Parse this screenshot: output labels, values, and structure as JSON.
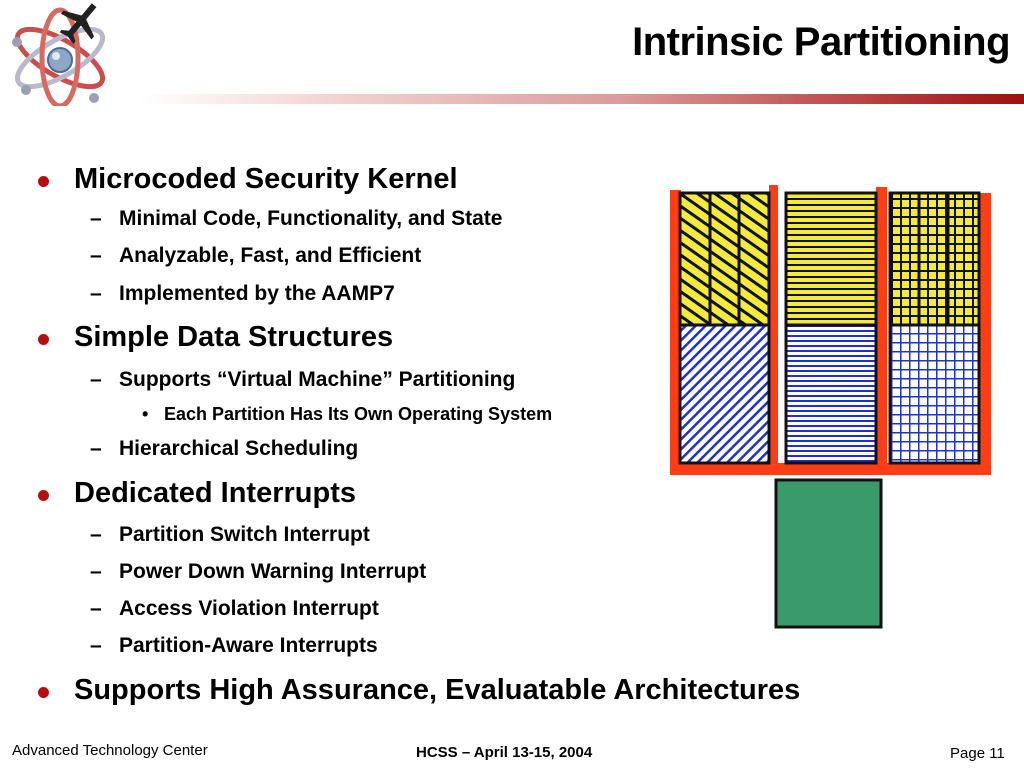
{
  "title": "Intrinsic Partitioning",
  "bullets": [
    {
      "level": 1,
      "text": "Microcoded Security Kernel"
    },
    {
      "level": 2,
      "text": "Minimal Code, Functionality, and State"
    },
    {
      "level": 2,
      "text": "Analyzable, Fast, and Efficient"
    },
    {
      "level": 2,
      "text": "Implemented by the AAMP7"
    },
    {
      "level": 1,
      "text": "Simple Data Structures"
    },
    {
      "level": 2,
      "text": "Supports “Virtual Machine” Partitioning"
    },
    {
      "level": 3,
      "text": "Each Partition Has Its Own Operating System"
    },
    {
      "level": 2,
      "text": "Hierarchical Scheduling"
    },
    {
      "level": 1,
      "text": "Dedicated Interrupts"
    },
    {
      "level": 2,
      "text": "Partition Switch Interrupt"
    },
    {
      "level": 2,
      "text": "Power Down Warning Interrupt"
    },
    {
      "level": 2,
      "text": "Access Violation Interrupt"
    },
    {
      "level": 2,
      "text": "Partition-Aware Interrupts"
    },
    {
      "level": 1,
      "text": "Supports High Assurance, Evaluatable Architectures"
    }
  ],
  "footer": {
    "left": "Advanced Technology Center",
    "center": "HCSS – April 13-15, 2004",
    "right": "Page 11"
  },
  "colors": {
    "bullet_dot": "#b40e0e",
    "partition_border": "#ff3d14",
    "app_fill": "#f2ea3c",
    "os_fill": "#1d2fd6",
    "kernel_fill": "#3a9a6a"
  },
  "icons": [
    "atom-airplane-logo"
  ]
}
